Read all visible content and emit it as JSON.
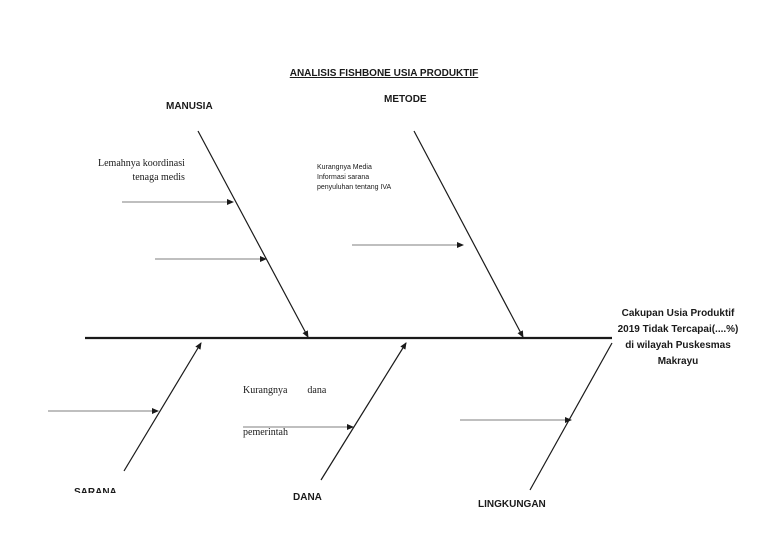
{
  "title": "ANALISIS FISHBONE USIA PRODUKTIF",
  "categories": {
    "manusia": "MANUSIA",
    "metode": "METODE",
    "dana": "DANA",
    "lingkungan": "LINGKUNGAN",
    "cut_off": "SARANA"
  },
  "causes": {
    "manusia": [
      "Lemahnya koordinasi",
      "tenaga medis"
    ],
    "metode": [
      "Kurangnya Media",
      "Informasi sarana",
      "penyuluhan tentang IVA"
    ],
    "dana": [
      "Kurangnya        dana",
      "pemerintah"
    ]
  },
  "effect": "Cakupan Usia Produktif 2019 Tidak Tercapai(....%) di wilayah Puskesmas Makrayu",
  "colors": {
    "line": "#1a1a1a",
    "arrow": "#555555"
  }
}
